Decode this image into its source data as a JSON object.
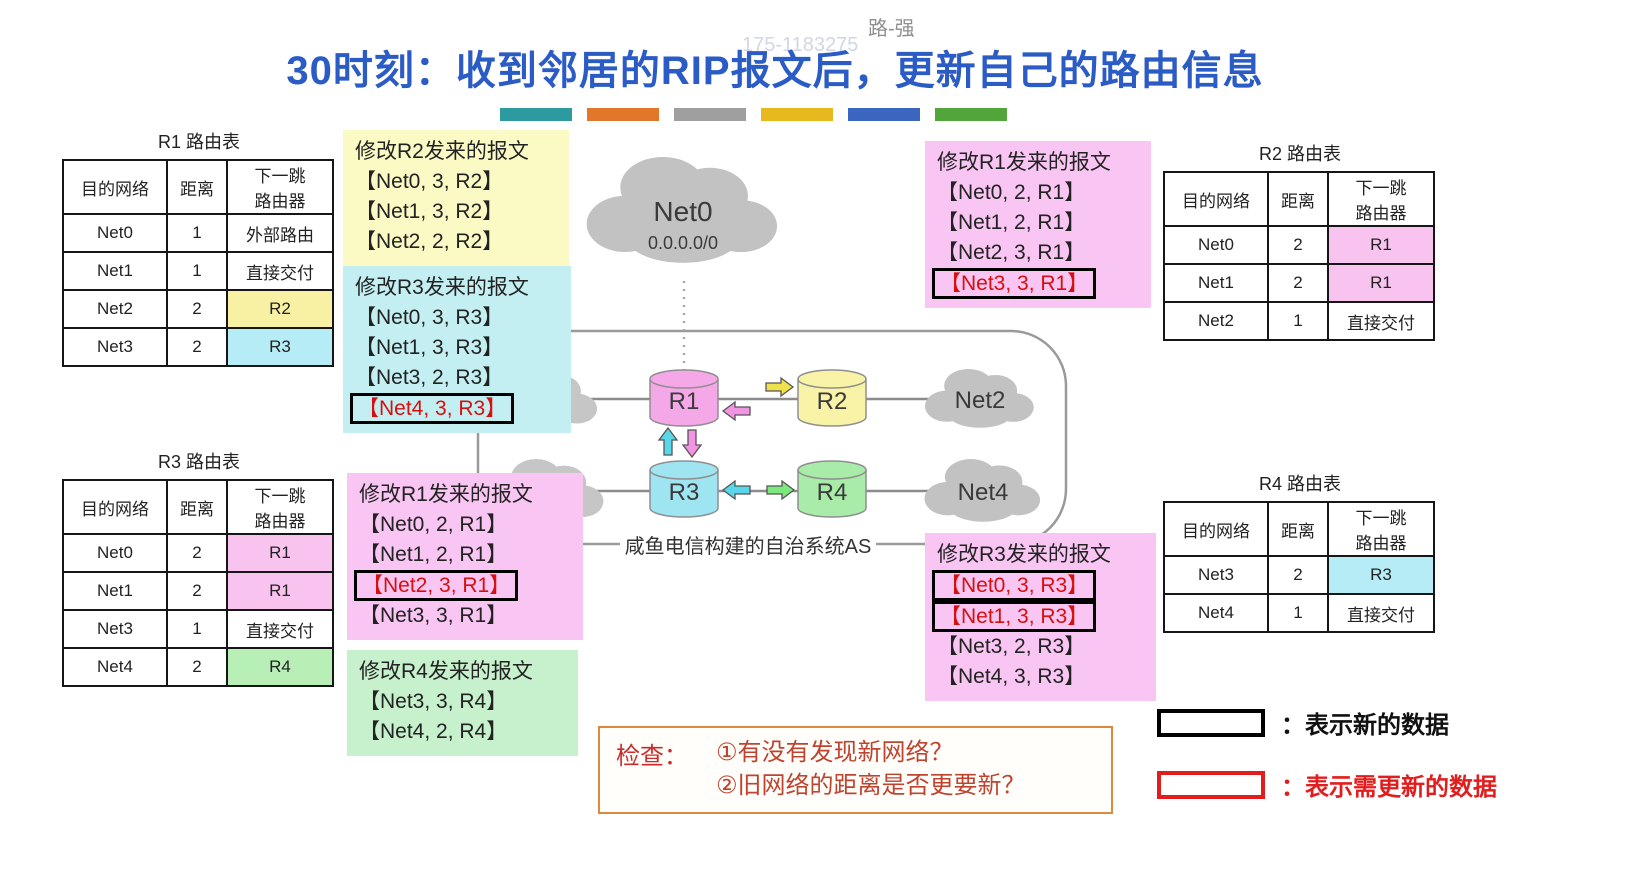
{
  "title": "30时刻：收到邻居的RIP报文后，更新自己的路由信息",
  "watermark1": "路-强",
  "watermark2": "175-1183275",
  "tables": {
    "r1": {
      "title": "R1 路由表",
      "headers": [
        "目的网络",
        "距离",
        "下一跳",
        "路由器"
      ],
      "rows": [
        [
          "Net0",
          "1",
          "外部路由"
        ],
        [
          "Net1",
          "1",
          "直接交付"
        ],
        [
          "Net2",
          "2",
          "R2"
        ],
        [
          "Net3",
          "2",
          "R3"
        ]
      ]
    },
    "r2": {
      "title": "R2 路由表",
      "headers": [
        "目的网络",
        "距离",
        "下一跳",
        "路由器"
      ],
      "rows": [
        [
          "Net0",
          "2",
          "R1"
        ],
        [
          "Net1",
          "2",
          "R1"
        ],
        [
          "Net2",
          "1",
          "直接交付"
        ]
      ]
    },
    "r3": {
      "title": "R3 路由表",
      "headers": [
        "目的网络",
        "距离",
        "下一跳",
        "路由器"
      ],
      "rows": [
        [
          "Net0",
          "2",
          "R1"
        ],
        [
          "Net1",
          "2",
          "R1"
        ],
        [
          "Net3",
          "1",
          "直接交付"
        ],
        [
          "Net4",
          "2",
          "R4"
        ]
      ]
    },
    "r4": {
      "title": "R4 路由表",
      "headers": [
        "目的网络",
        "距离",
        "下一跳",
        "路由器"
      ],
      "rows": [
        [
          "Net3",
          "2",
          "R3"
        ],
        [
          "Net4",
          "1",
          "直接交付"
        ]
      ]
    }
  },
  "messages": {
    "from_r2": {
      "title": "修改R2发来的报文",
      "lines": [
        "【Net0, 3, R2】",
        "【Net1, 3, R2】",
        "【Net2, 2, R2】"
      ]
    },
    "from_r3_at_r1": {
      "title": "修改R3发来的报文",
      "lines": [
        "【Net0, 3, R3】",
        "【Net1, 3, R3】",
        "【Net3, 2, R3】",
        "【Net4, 3, R3】"
      ]
    },
    "from_r1_at_r2": {
      "title": "修改R1发来的报文",
      "lines": [
        "【Net0, 2, R1】",
        "【Net1, 2, R1】",
        "【Net2, 3, R1】",
        "【Net3, 3, R1】"
      ]
    },
    "from_r1_at_r3": {
      "title": "修改R1发来的报文",
      "lines": [
        "【Net0, 2, R1】",
        "【Net1, 2, R1】",
        "【Net2, 3, R1】",
        "【Net3, 3, R1】"
      ]
    },
    "from_r4": {
      "title": "修改R4发来的报文",
      "lines": [
        "【Net3, 3, R4】",
        "【Net4, 2, R4】"
      ]
    },
    "from_r3_at_r4": {
      "title": "修改R3发来的报文",
      "lines": [
        "【Net0, 3, R3】",
        "【Net1, 3, R3】",
        "【Net3, 2, R3】",
        "【Net4, 3, R3】"
      ]
    }
  },
  "network": {
    "net0_label": "Net0",
    "net0_addr": "0.0.0.0/0",
    "net2_label": "Net2",
    "net4_label": "Net4",
    "r1_label": "R1",
    "r2_label": "R2",
    "r3_label": "R3",
    "r4_label": "R4",
    "as_label": "咸鱼电信构建的自治系统AS"
  },
  "check": {
    "prefix": "检查：",
    "line1": "①有没有发现新网络？",
    "line2": "②旧网络的距离是否更要新？"
  },
  "legend": {
    "new_data": "：表示新的数据",
    "update_data": "：表示需更新的数据"
  },
  "colors": {
    "title_blue": "#2b5bc4",
    "highlight_yellow": "#f8f0a2",
    "highlight_cyan": "#b5ecf5",
    "highlight_pink": "#f8c3ef",
    "highlight_green": "#b7efb7",
    "red_text": "#d60f0f",
    "box_border_new": "#000000",
    "box_border_update": "#e21d1d",
    "cloud_gray": "#c2c2c2"
  }
}
